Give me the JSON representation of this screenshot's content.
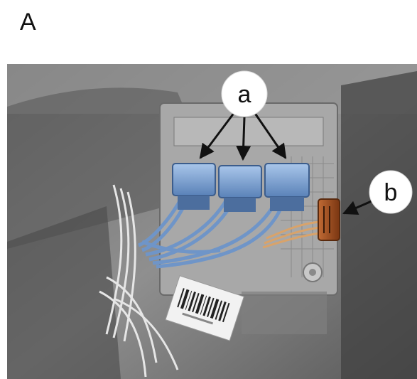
{
  "panel": {
    "letter": "A"
  },
  "callouts": [
    {
      "label": "a",
      "target": "blue-connectors-group"
    },
    {
      "label": "b",
      "target": "brown-connector"
    }
  ],
  "colors": {
    "connector_blue": "#6f95c8",
    "connector_brown": "#9a4b22",
    "photo_gray": "#8e8e8e"
  }
}
